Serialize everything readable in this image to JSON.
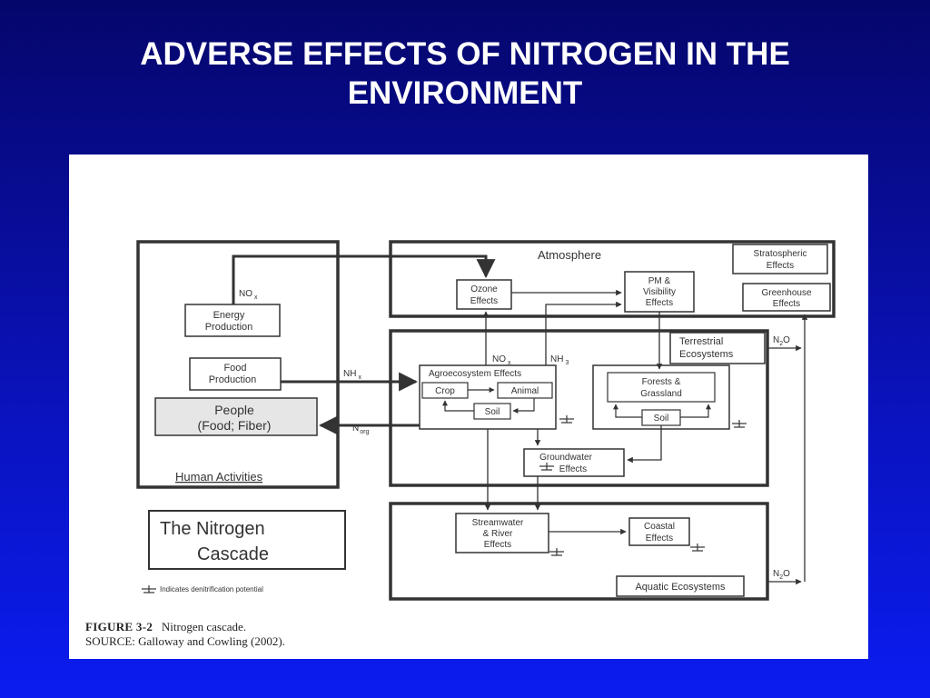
{
  "slide": {
    "title_line1": "ADVERSE EFFECTS OF NITROGEN IN THE",
    "title_line2": "ENVIRONMENT"
  },
  "diagram": {
    "atmosphere": "Atmosphere",
    "stratospheric_1": "Stratospheric",
    "stratospheric_2": "Effects",
    "greenhouse_1": "Greenhouse",
    "greenhouse_2": "Effects",
    "ozone_1": "Ozone",
    "ozone_2": "Effects",
    "pm_1": "PM &",
    "pm_2": "Visibility",
    "pm_3": "Effects",
    "energy_1": "Energy",
    "energy_2": "Production",
    "food_1": "Food",
    "food_2": "Production",
    "people_1": "People",
    "people_2": "(Food; Fiber)",
    "human_activities": "Human Activities",
    "nox_main": "NO",
    "nox_sub": "x",
    "nh3_main": "NH",
    "nh3_sub": "3",
    "nhx_main": "NH",
    "nhx_sub": "x",
    "norg_main": "N",
    "norg_sub": "org",
    "n2o_a_pre": "N",
    "n2o_a_sub": "2",
    "n2o_a_post": "O",
    "n2o_b_pre": "N",
    "n2o_b_sub": "2",
    "n2o_b_post": "O",
    "terrestrial_1": "Terrestrial",
    "terrestrial_2": "Ecosystems",
    "agro": "Agroecosystem Effects",
    "crop": "Crop",
    "animal": "Animal",
    "soil_agro": "Soil",
    "forests_1": "Forests &",
    "forests_2": "Grassland",
    "soil_forest": "Soil",
    "groundwater_1": "Groundwater",
    "groundwater_2": "Effects",
    "stream_1": "Streamwater",
    "stream_2": "& River",
    "stream_3": "Effects",
    "coastal_1": "Coastal",
    "coastal_2": "Effects",
    "aquatic": "Aquatic Ecosystems",
    "cascade_1": "The Nitrogen",
    "cascade_2": "Cascade",
    "legend_text": "Indicates denitrification potential"
  },
  "caption": {
    "label": "FIGURE 3-2",
    "text": "Nitrogen cascade.",
    "source": "SOURCE: Galloway and Cowling (2002)."
  },
  "colors": {
    "background_top": "#05066b",
    "background_bottom": "#0b1cf0",
    "title": "#ffffff",
    "diagram_ink": "#333333",
    "people_fill": "#e6e6e6"
  }
}
